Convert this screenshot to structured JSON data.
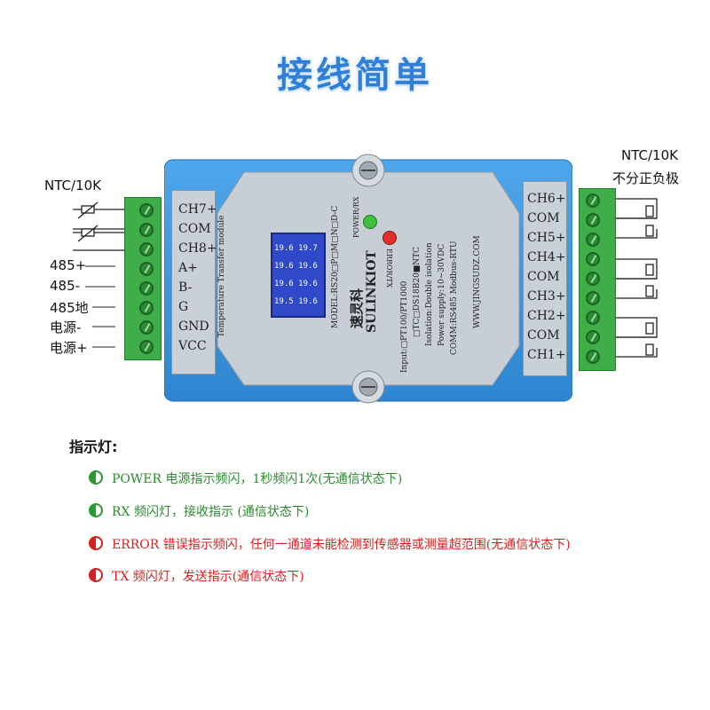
{
  "title": "接线简单",
  "left_labels": {
    "ntc": "NTC/10K",
    "rows": [
      "485+",
      "485-",
      "485地",
      "电源-",
      "电源+"
    ]
  },
  "right_labels": {
    "ntc_line1": "NTC/10K",
    "ntc_line2": "不分正负极"
  },
  "left_terminal": [
    "CH7+",
    "COM",
    "CH8+",
    "A+",
    "B-",
    "G",
    "GND",
    "VCC"
  ],
  "right_terminal": [
    "CH6+",
    "COM",
    "CH5+",
    "CH4+",
    "COM",
    "CH3+",
    "CH2+",
    "COM",
    "CH1+"
  ],
  "panel": {
    "module_text": "Temperature Transfer module",
    "model": "MODEL:RS20□P□M□N□D-C",
    "brand_cn": "速灵科",
    "brand_en": "SULINKIOT",
    "input": "Input:□PT100/PT1000",
    "input2": "□TC□DS18B20■NTC",
    "isolation": "Isolation:Double isolation",
    "power": "Power supply:10~30VDC",
    "comm": "COMM:RS485 Modbus-RTU",
    "website": "WWW.JINGSUDZ.COM",
    "led1": "POWER/RX",
    "led2": "ERROR/TX",
    "display": [
      "19.6",
      "19.7",
      "19.6",
      "19.6",
      "19.6",
      "19.6",
      "19.5",
      "19.6"
    ]
  },
  "legend": {
    "heading": "指示灯:",
    "items": [
      {
        "label": "POWER  电源指示频闪，1秒频闪1次(无通信状态下)",
        "color": "#2a9a2e"
      },
      {
        "label": "RX  频闪灯，接收指示  (通信状态下)",
        "color": "#2a9a2e"
      },
      {
        "label": "ERROR  错误指示频闪，任何一通道未能检测到传感器或测量超范围(无通信状态下)",
        "color": "#d62020"
      },
      {
        "label": "TX  频闪灯，发送指示(通信状态下)",
        "color": "#d62020"
      }
    ]
  }
}
